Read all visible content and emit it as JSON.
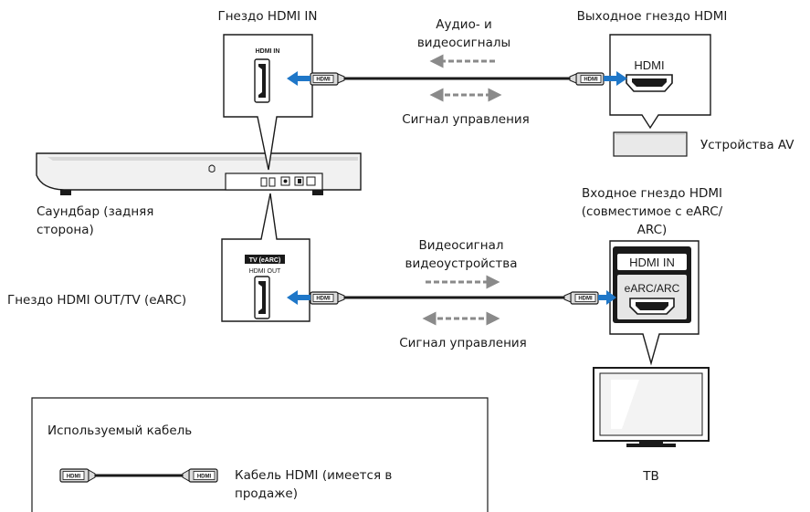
{
  "labels": {
    "hdmi_in_jack": "Гнездо HDMI IN",
    "hdmi_out_jack": "Выходное гнездо HDMI",
    "av_signals_line1": "Аудио- и",
    "av_signals_line2": "видеосигналы",
    "control_signal_top": "Сигнал управления",
    "av_devices": "Устройства AV",
    "soundbar_line1": "Саундбар (задняя",
    "soundbar_line2": "сторона)",
    "tv_input_line1": "Входное гнездо HDMI",
    "tv_input_line2": "(совместимое с eARC/",
    "tv_input_line3": "ARC)",
    "video_signal_line1": "Видеосигнал",
    "video_signal_line2": "видеоустройства",
    "hdmi_out_tv_jack": "Гнездо HDMI OUT/TV (eARC)",
    "control_signal_bottom": "Сигнал управления",
    "tv": "ТВ"
  },
  "panels": {
    "hdmi_in": "HDMI IN",
    "tv_earc": "TV (eARC)",
    "hdmi_out": "HDMI OUT",
    "av_hdmi": "HDMI",
    "tv_hdmi_in": "HDMI IN",
    "tv_earc_arc": "eARC/ARC"
  },
  "plugs": {
    "text": "HDMI"
  },
  "legend": {
    "title": "Используемый кабель",
    "cable_line1": "Кабель HDMI (имеется в",
    "cable_line2": "продаже)"
  },
  "colors": {
    "arrow_blue": "#1f77c8",
    "dash_gray": "#8a8a8a",
    "line": "#1a1a1a",
    "device_fill": "#e9e9e9"
  }
}
